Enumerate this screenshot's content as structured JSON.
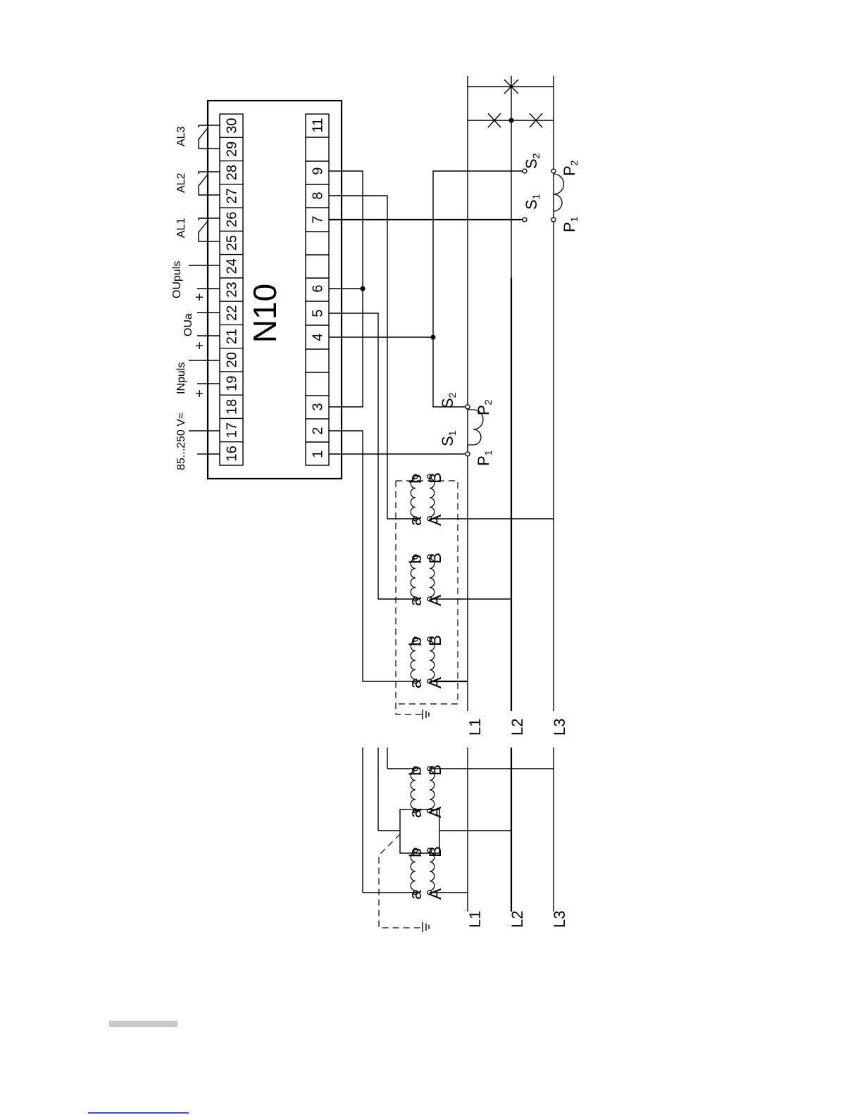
{
  "device": {
    "name": "N10",
    "terminals_upper": [
      "16",
      "17",
      "18",
      "19",
      "20",
      "21",
      "22",
      "23",
      "24",
      "25",
      "26",
      "27",
      "28",
      "29",
      "30"
    ],
    "terminals_lower": [
      "1",
      "2",
      "3",
      "4",
      "5",
      "6",
      "7",
      "8",
      "9",
      "11"
    ]
  },
  "labels": {
    "supply": "85...250 V≈",
    "inpuls": "INpuls",
    "oua": "OUa",
    "oupuls": "OUpuls",
    "al1": "AL1",
    "al2": "AL2",
    "al3": "AL3",
    "plus": "+"
  },
  "ct_labels": {
    "s1": "S",
    "s2": "S",
    "p1": "P",
    "p2": "P",
    "sub1": "1",
    "sub2": "2"
  },
  "vt_labels": {
    "a": "a",
    "b": "b",
    "A": "A",
    "B": "B"
  },
  "lines": {
    "l1": "L1",
    "l2": "L2",
    "l3": "L3"
  }
}
